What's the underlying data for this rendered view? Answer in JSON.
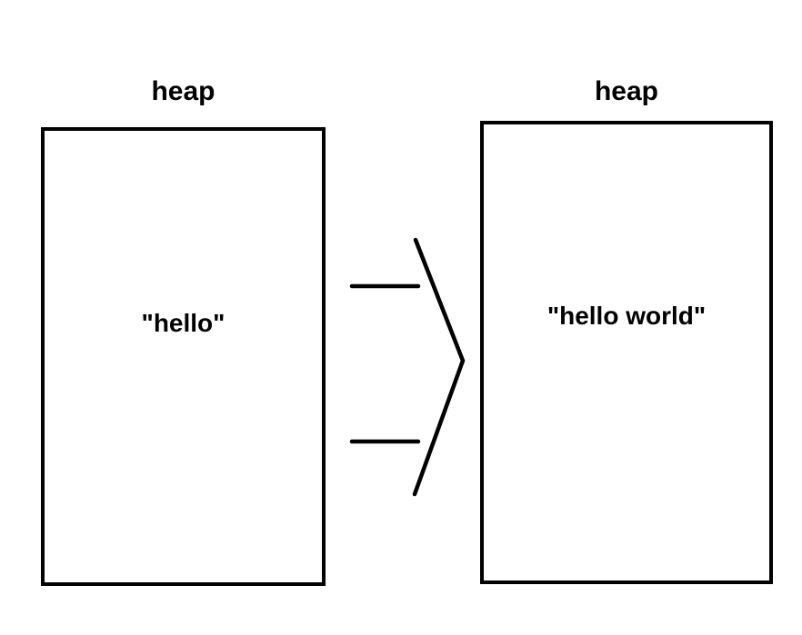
{
  "diagram": {
    "left_region": {
      "title": "heap",
      "value": "\"hello\""
    },
    "right_region": {
      "title": "heap",
      "value": "\"hello world\""
    },
    "arrow": {
      "kind": "big-right-arrow",
      "meaning": "transformation from left heap state to right heap state",
      "direction": "right"
    },
    "colors": {
      "foreground": "#000000",
      "background": "#ffffff"
    }
  }
}
